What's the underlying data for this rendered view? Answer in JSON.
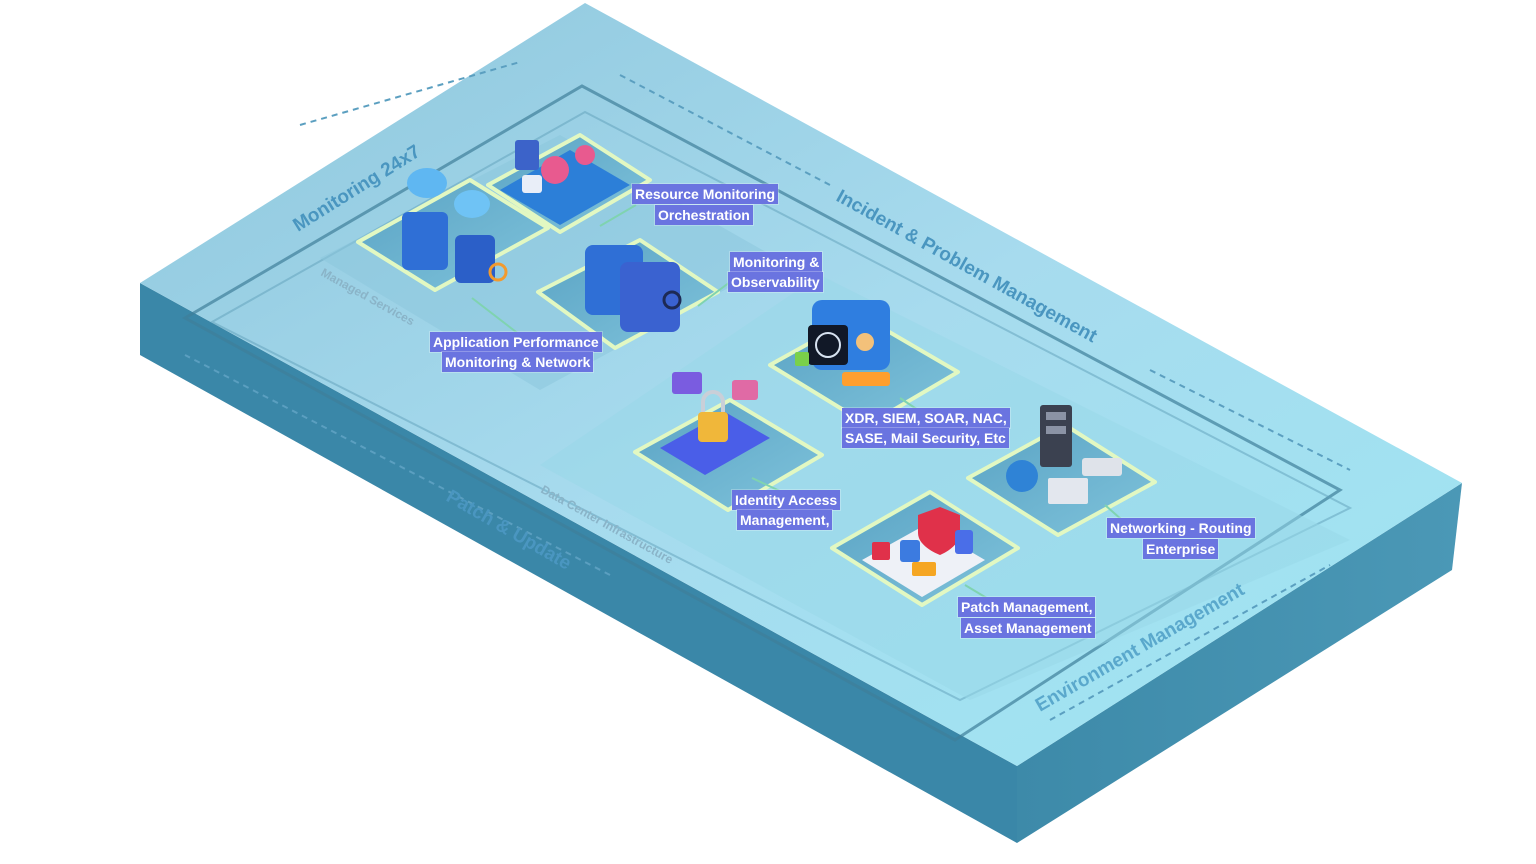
{
  "zones": {
    "monitoring": "Monitoring 24x7",
    "incident": "Incident & Problem Management",
    "patch": "Patch & Update",
    "environment": "Environment Management",
    "managed_services": "Managed Services",
    "data_center": "Data Center Infrastructure"
  },
  "labels": {
    "resource_monitoring": [
      "Resource Monitoring",
      "Orchestration"
    ],
    "observability": [
      "Monitoring &",
      "Observability"
    ],
    "apm": [
      "Application Performance",
      "Monitoring & Network"
    ],
    "xdr": [
      "XDR, SIEM, SOAR, NAC,",
      "SASE, Mail Security, Etc"
    ],
    "iam": [
      "Identity Access",
      "Management,"
    ],
    "networking": [
      "Networking - Routing",
      "Enterprise"
    ],
    "patch_mgmt": [
      "Patch Management,",
      "Asset Management"
    ]
  },
  "colors": {
    "slab_top": "#a9dcec",
    "slab_left": "#3f8fb0",
    "slab_front": "#3a87a6",
    "label_bg": "#6a74e0",
    "zone_text": "#4a9cc4",
    "tile_glow": "#dcf7b8"
  },
  "icons": [
    "cloud-server-icon",
    "analytics-gears-icon",
    "dashboard-cards-icon",
    "fingerprint-id-icon",
    "padlock-icon",
    "server-rack-icon",
    "router-icon",
    "globe-icon",
    "security-shield-icon"
  ]
}
